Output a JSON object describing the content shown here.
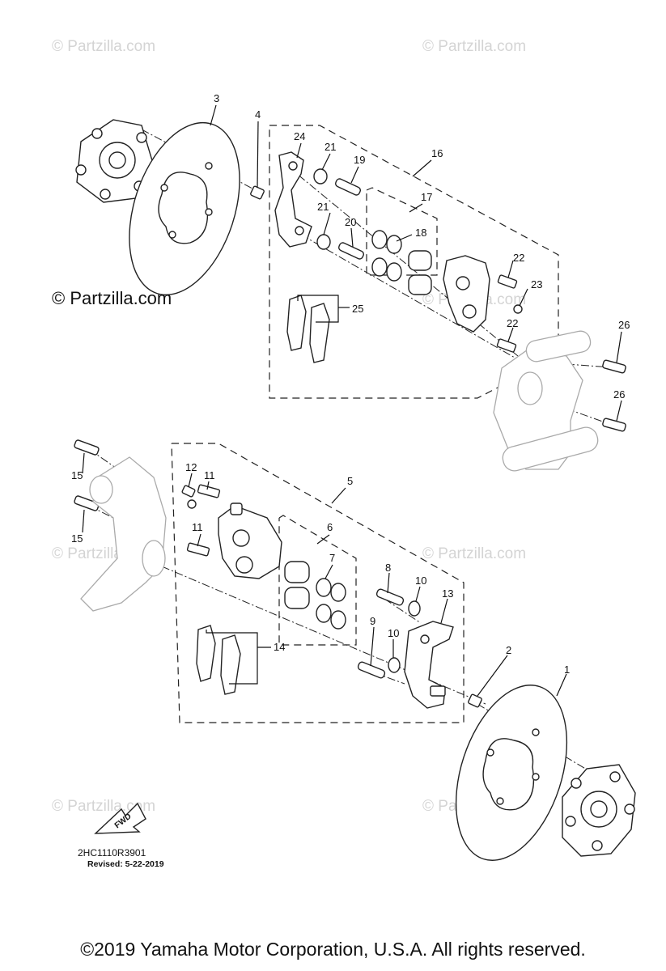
{
  "watermark_small": "© Partzilla.com",
  "watermark_main": "© Partzilla.com",
  "diagram_code": "2HC1110R3901",
  "revised": "Revised: 5-22-2019",
  "fwd_label": "FWD",
  "copyright": "©2019 Yamaha Motor Corporation, U.S.A. All rights reserved.",
  "callouts": {
    "c1": "1",
    "c2": "2",
    "c3": "3",
    "c4": "4",
    "c5": "5",
    "c6": "6",
    "c7": "7",
    "c8": "8",
    "c9": "9",
    "c10a": "10",
    "c10b": "10",
    "c11a": "11",
    "c11b": "11",
    "c12": "12",
    "c13": "13",
    "c14": "14",
    "c15a": "15",
    "c15b": "15",
    "c16": "16",
    "c17": "17",
    "c18": "18",
    "c19": "19",
    "c20": "20",
    "c21a": "21",
    "c21b": "21",
    "c22a": "22",
    "c22b": "22",
    "c23": "23",
    "c24": "24",
    "c25": "25",
    "c26a": "26",
    "c26b": "26"
  }
}
